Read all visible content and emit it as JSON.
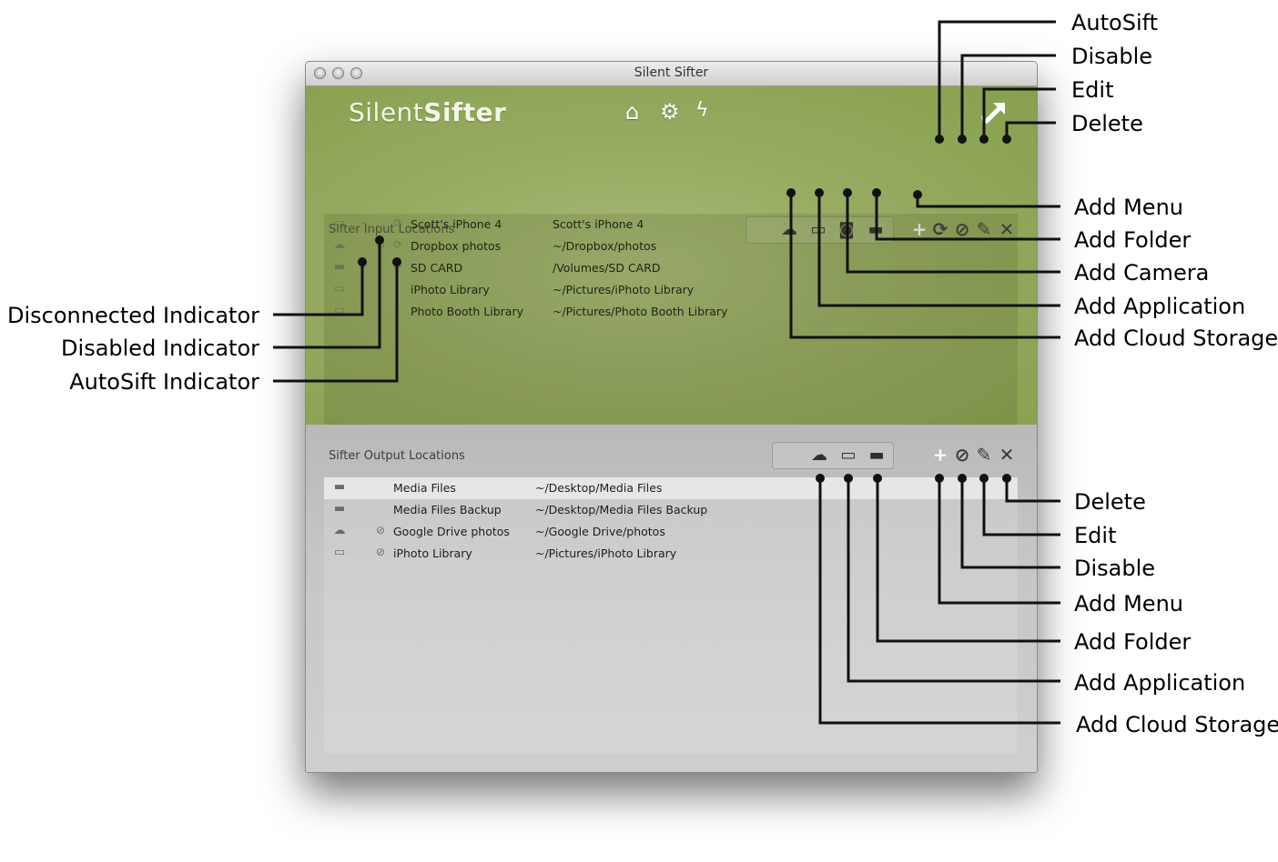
{
  "window": {
    "title": "Silent Sifter",
    "logo_light": "Silent",
    "logo_bold": "Sifter",
    "top_icons": [
      "home-icon",
      "gear-icon",
      "sync-icon"
    ]
  },
  "input": {
    "section_title": "Sifter Input Locations",
    "add_icons": [
      "cloud-add-icon",
      "monitor-add-icon",
      "camera-add-icon",
      "folder-add-icon"
    ],
    "tool_icons": [
      "plus-icon",
      "autosift-icon",
      "disable-icon",
      "pencil-icon",
      "close-icon"
    ],
    "rows": [
      {
        "icon": "device-icon",
        "disconnected": true,
        "disabled": false,
        "autosift": true,
        "name": "Scott's iPhone 4",
        "path": "Scott's iPhone 4"
      },
      {
        "icon": "cloud-icon",
        "disconnected": false,
        "disabled": true,
        "autosift": true,
        "name": "Dropbox photos",
        "path": "~/Dropbox/photos"
      },
      {
        "icon": "folder-icon",
        "disconnected": true,
        "disabled": false,
        "autosift": true,
        "name": "SD CARD",
        "path": "/Volumes/SD CARD"
      },
      {
        "icon": "monitor-icon",
        "disconnected": false,
        "disabled": false,
        "autosift": false,
        "name": "iPhoto Library",
        "path": "~/Pictures/iPhoto Library"
      },
      {
        "icon": "monitor-icon",
        "disconnected": false,
        "disabled": false,
        "autosift": false,
        "name": "Photo Booth Library",
        "path": "~/Pictures/Photo Booth Library"
      }
    ]
  },
  "output": {
    "section_title": "Sifter Output Locations",
    "add_icons": [
      "cloud-add-icon",
      "monitor-add-icon",
      "folder-add-icon"
    ],
    "tool_icons": [
      "plus-icon",
      "disable-icon",
      "pencil-icon",
      "close-icon"
    ],
    "rows": [
      {
        "icon": "folder-icon",
        "disabled": false,
        "name": "Media Files",
        "path": "~/Desktop/Media Files",
        "selected": true
      },
      {
        "icon": "folder-icon",
        "disabled": false,
        "name": "Media Files Backup",
        "path": "~/Desktop/Media Files Backup",
        "selected": false
      },
      {
        "icon": "cloud-icon",
        "disabled": true,
        "name": "Google Drive photos",
        "path": "~/Google Drive/photos",
        "selected": false
      },
      {
        "icon": "monitor-icon",
        "disabled": true,
        "name": "iPhoto Library",
        "path": "~/Pictures/iPhoto Library",
        "selected": false
      }
    ]
  },
  "callouts": {
    "top_right": [
      "AutoSift",
      "Disable",
      "Edit",
      "Delete"
    ],
    "input_right": [
      "Add Menu",
      "Add Folder",
      "Add Camera",
      "Add Application",
      "Add Cloud Storage"
    ],
    "input_left": [
      "Disconnected Indicator",
      "Disabled Indicator",
      "AutoSift Indicator"
    ],
    "output_right": [
      "Delete",
      "Edit",
      "Disable",
      "Add Menu",
      "Add Folder",
      "Add Application",
      "Add Cloud Storage"
    ]
  }
}
